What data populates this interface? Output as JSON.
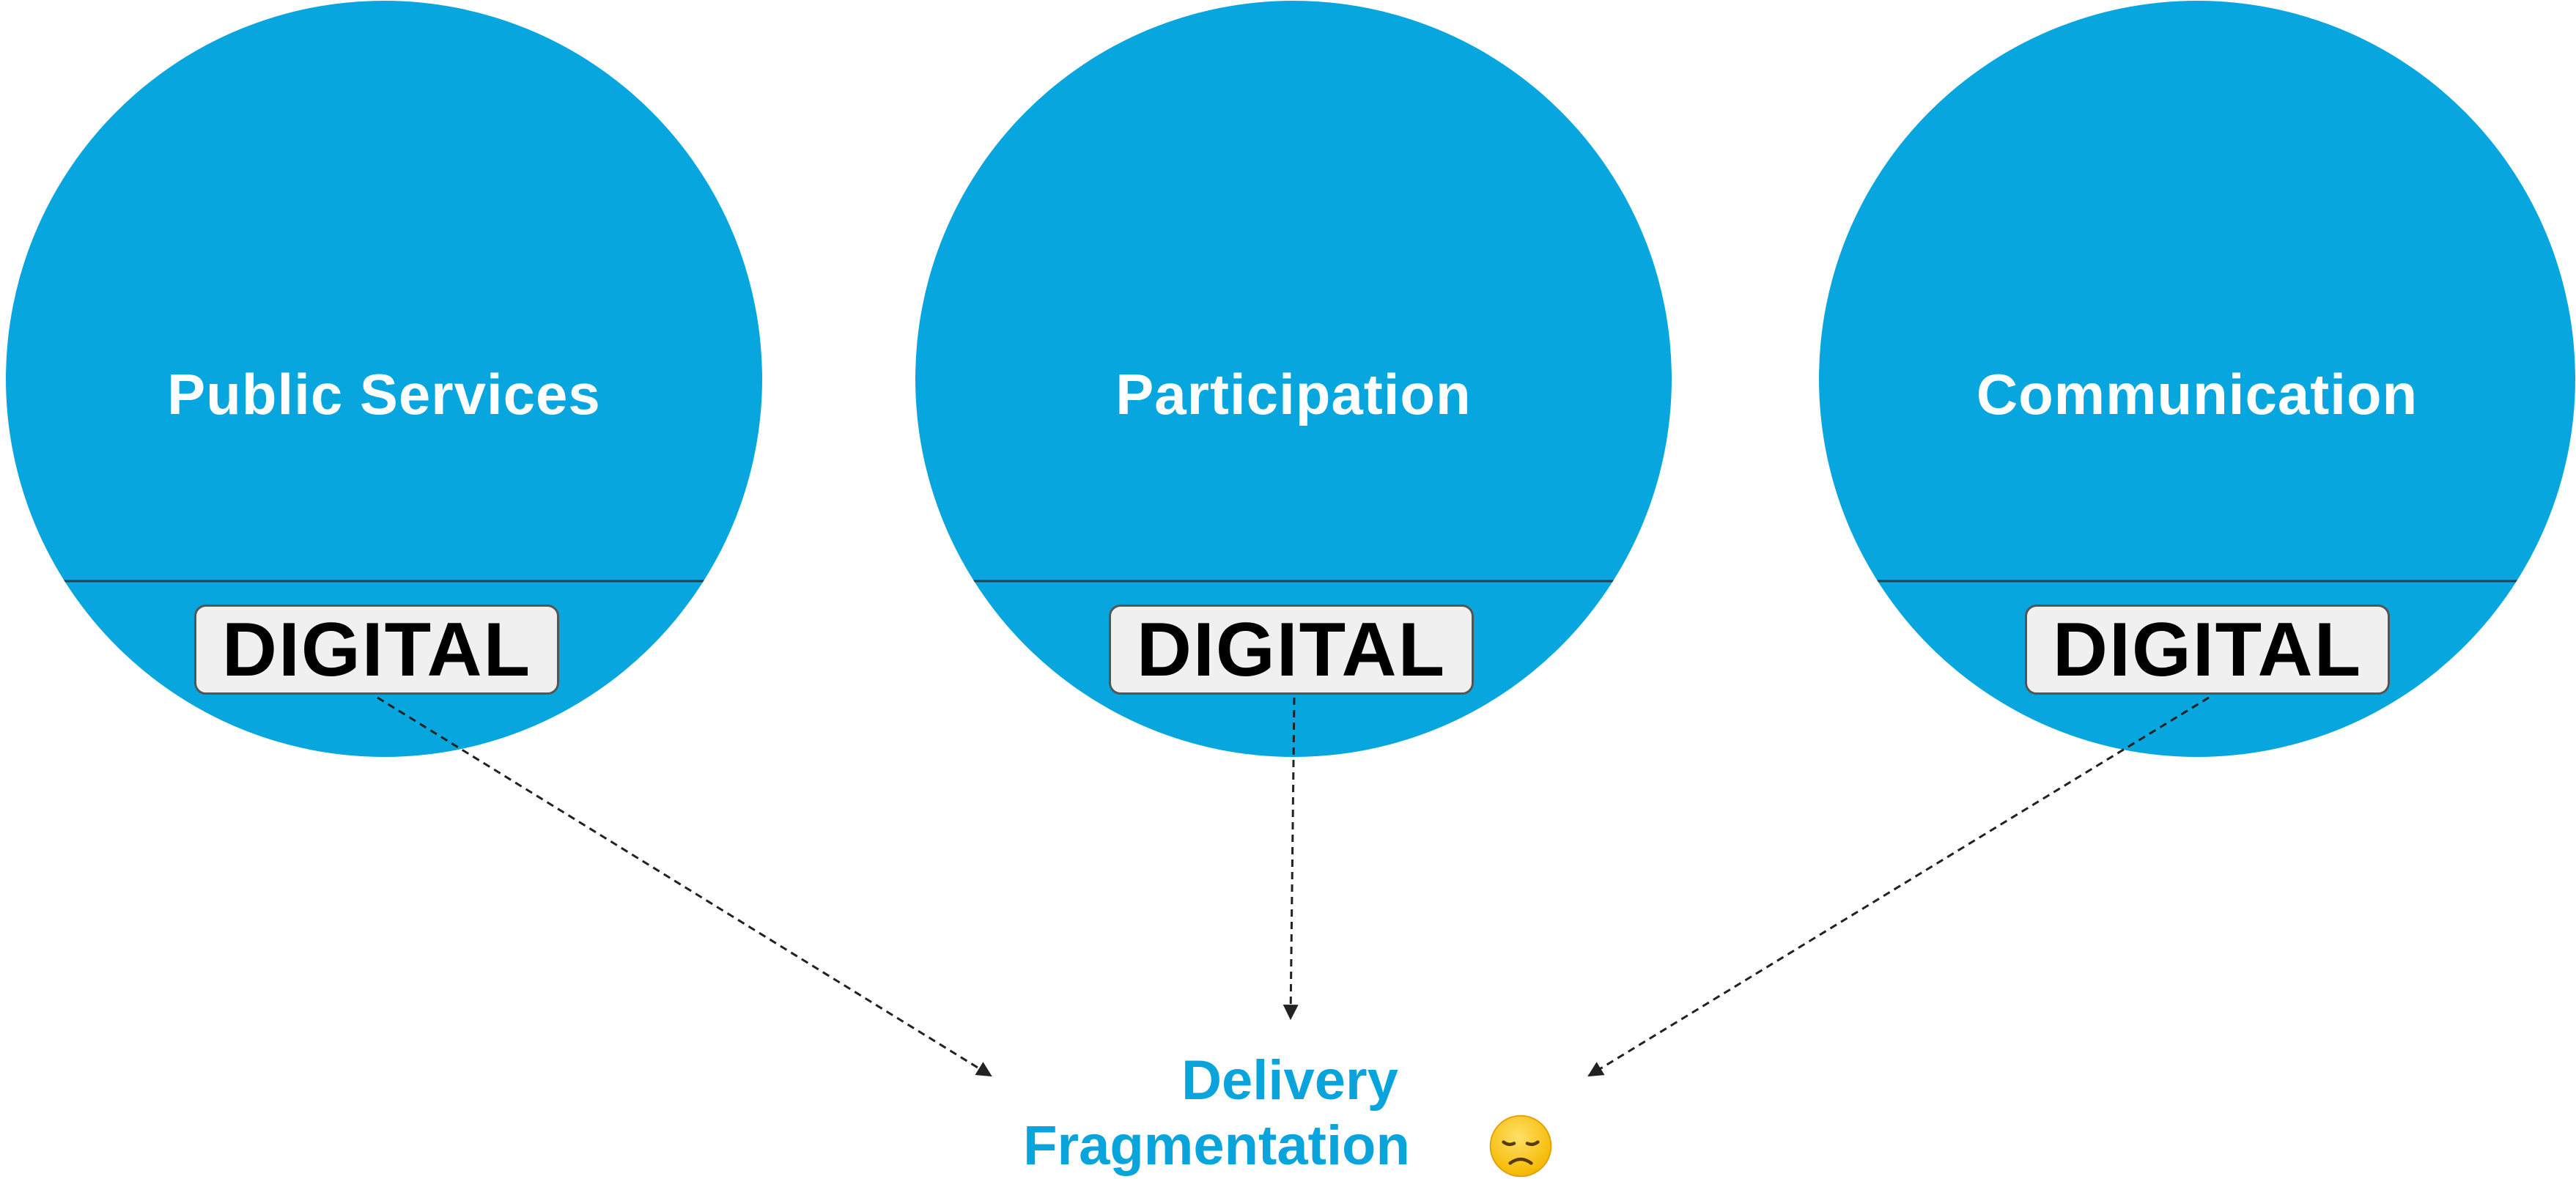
{
  "pillars": [
    {
      "title": "Public Services",
      "tag": "DIGITAL"
    },
    {
      "title": "Participation",
      "tag": "DIGITAL"
    },
    {
      "title": "Communication",
      "tag": "DIGITAL"
    }
  ],
  "outcome": {
    "line1": "Delivery",
    "line2": "Fragmentation",
    "emoji": "disappointed-face-icon"
  },
  "colors": {
    "circle_fill": "#07a6df",
    "outcome_text": "#0aa4dc",
    "tag_fill": "#f0f0f0",
    "arrow": "#222222",
    "emoji_fill": "#ffcc33"
  }
}
